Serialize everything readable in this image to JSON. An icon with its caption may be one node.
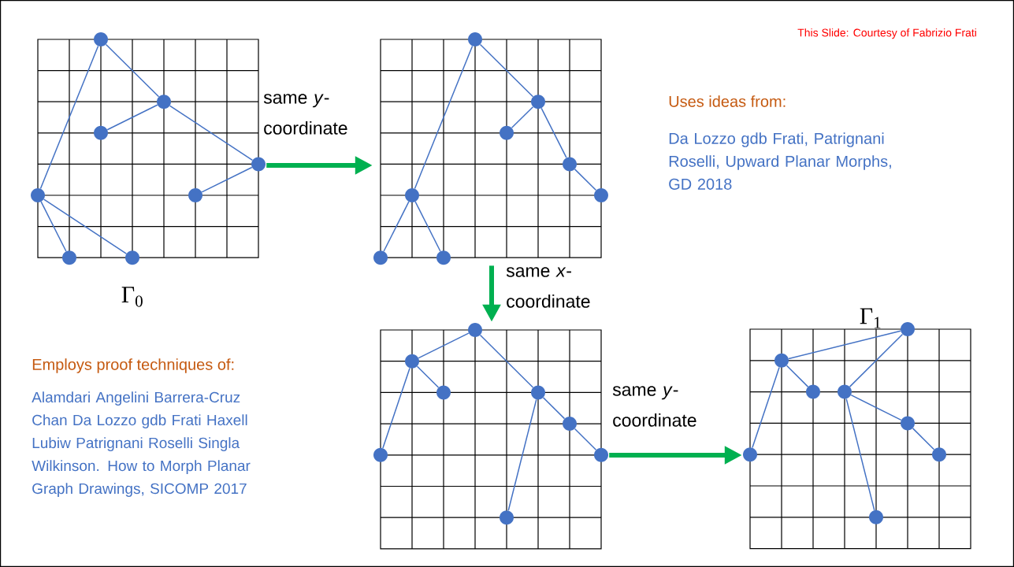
{
  "diagram": {
    "nodes": [
      {
        "text": [],
        "shape": "grid",
        "beside": [
          "Γ$_{0}$"
        ]
      },
      {
        "text": [],
        "shape": "circle",
        "in": 0
      },
      {
        "text": [],
        "shape": "circle",
        "in": 0
      },
      {
        "text": [],
        "shape": "circle",
        "in": 0
      },
      {
        "text": [],
        "shape": "circle",
        "in": 0
      },
      {
        "text": [],
        "shape": "circle",
        "in": 0
      },
      {
        "text": [],
        "shape": "circle",
        "in": 0
      },
      {
        "text": [],
        "shape": "circle",
        "in": 0
      },
      {
        "text": [],
        "shape": "circle",
        "in": 0
      },
      {
        "text": [],
        "shape": "grid"
      },
      {
        "text": [],
        "shape": "circle",
        "in": 9
      },
      {
        "text": [],
        "shape": "circle",
        "in": 9
      },
      {
        "text": [],
        "shape": "circle",
        "in": 9
      },
      {
        "text": [],
        "shape": "circle",
        "in": 9
      },
      {
        "text": [],
        "shape": "circle",
        "in": 9
      },
      {
        "text": [],
        "shape": "circle",
        "in": 9
      },
      {
        "text": [],
        "shape": "circle",
        "in": 9
      },
      {
        "text": [],
        "shape": "circle",
        "in": 9
      },
      {
        "text": [],
        "shape": "grid"
      },
      {
        "text": [],
        "shape": "circle",
        "in": 18
      },
      {
        "text": [],
        "shape": "circle",
        "in": 18
      },
      {
        "text": [],
        "shape": "circle",
        "in": 18
      },
      {
        "text": [],
        "shape": "circle",
        "in": 18
      },
      {
        "text": [],
        "shape": "circle",
        "in": 18
      },
      {
        "text": [],
        "shape": "circle",
        "in": 18
      },
      {
        "text": [],
        "shape": "circle",
        "in": 18
      },
      {
        "text": [],
        "shape": "circle",
        "in": 18
      },
      {
        "text": [],
        "shape": "grid",
        "beside": [
          "Γ$_{1}$"
        ]
      },
      {
        "text": [],
        "shape": "circle",
        "in": 27
      },
      {
        "text": [],
        "shape": "circle",
        "in": 27
      },
      {
        "text": [],
        "shape": "circle",
        "in": 27
      },
      {
        "text": [],
        "shape": "circle",
        "in": 27
      },
      {
        "text": [],
        "shape": "circle",
        "in": 27
      },
      {
        "text": [],
        "shape": "circle",
        "in": 27
      },
      {
        "text": [],
        "shape": "circle",
        "in": 27
      },
      {
        "text": [],
        "shape": "circle",
        "in": 27
      }
    ],
    "edges": [
      {
        "from": 0,
        "to": 9,
        "arrow": "to",
        "label": "same *y*-coordinate",
        "style": "thick",
        "color": "#00b050"
      },
      {
        "from": 9,
        "to": 18,
        "arrow": "to",
        "label": "same *x*-coordinate",
        "style": "thick",
        "color": "#00b050"
      },
      {
        "from": 18,
        "to": 27,
        "arrow": "to",
        "label": "same *y*-coordinate",
        "style": "thick",
        "color": "#00b050"
      },
      {
        "from": 1,
        "to": 2,
        "arrow": "none"
      },
      {
        "from": 1,
        "to": 5,
        "arrow": "none"
      },
      {
        "from": 2,
        "to": 3,
        "arrow": "none"
      },
      {
        "from": 2,
        "to": 4,
        "arrow": "none"
      },
      {
        "from": 4,
        "to": 6,
        "arrow": "none"
      },
      {
        "from": 5,
        "to": 7,
        "arrow": "none"
      },
      {
        "from": 5,
        "to": 8,
        "arrow": "none"
      },
      {
        "from": 10,
        "to": 11,
        "arrow": "none"
      },
      {
        "from": 10,
        "to": 14,
        "arrow": "none"
      },
      {
        "from": 11,
        "to": 12,
        "arrow": "none"
      },
      {
        "from": 11,
        "to": 13,
        "arrow": "none"
      },
      {
        "from": 13,
        "to": 15,
        "arrow": "none"
      },
      {
        "from": 14,
        "to": 16,
        "arrow": "none"
      },
      {
        "from": 14,
        "to": 17,
        "arrow": "none"
      },
      {
        "from": 19,
        "to": 20,
        "arrow": "none"
      },
      {
        "from": 19,
        "to": 22,
        "arrow": "none"
      },
      {
        "from": 20,
        "to": 21,
        "arrow": "none"
      },
      {
        "from": 20,
        "to": 24,
        "arrow": "none"
      },
      {
        "from": 22,
        "to": 23,
        "arrow": "none"
      },
      {
        "from": 23,
        "to": 25,
        "arrow": "none"
      },
      {
        "from": 22,
        "to": 26,
        "arrow": "none"
      },
      {
        "from": 28,
        "to": 29,
        "arrow": "none"
      },
      {
        "from": 28,
        "to": 31,
        "arrow": "none"
      },
      {
        "from": 29,
        "to": 30,
        "arrow": "none"
      },
      {
        "from": 29,
        "to": 33,
        "arrow": "none"
      },
      {
        "from": 31,
        "to": 32,
        "arrow": "none"
      },
      {
        "from": 32,
        "to": 34,
        "arrow": "none"
      },
      {
        "from": 31,
        "to": 35,
        "arrow": "none"
      }
    ],
    "labels": [
      "This Slide: Courtesy of Fabrizio Frati",
      "Uses ideas from:",
      "Da Lozzo gdb Frati, Patrignani Roselli, Upward Planar Morphs, GD 2018",
      "Employs proof techniques of:",
      "Alamdari Angelini Barrera-Cruz Chan Da Lozzo gdb Frati Haxell Lubiw Patrignani Roselli Singla Wilkinson. How to Morph Planar Graph Drawings, SICOMP 2017"
    ]
  }
}
